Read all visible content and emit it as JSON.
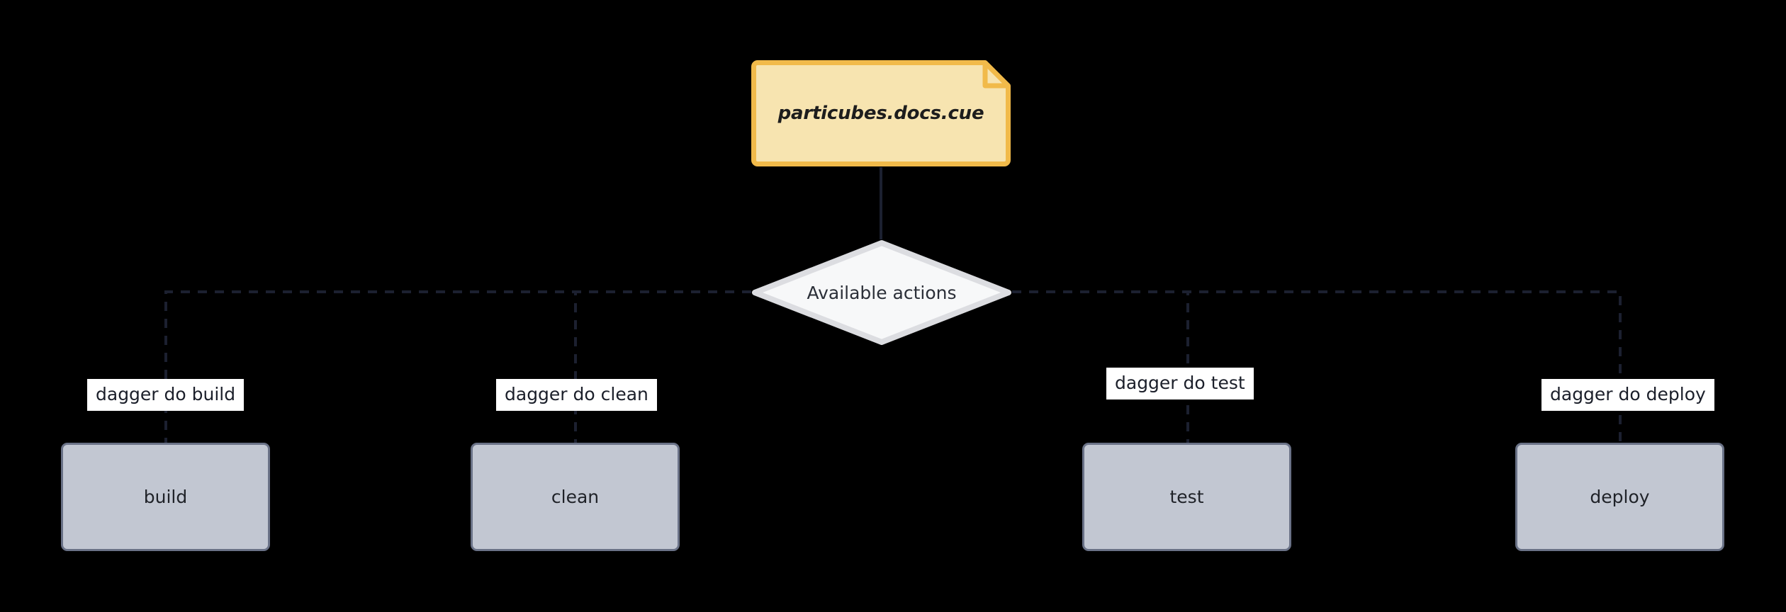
{
  "diagram": {
    "type": "flowchart",
    "background_color": "#000000",
    "note": {
      "text": "particubes.docs.cue",
      "fill_color": "#f7e4b0",
      "border_color": "#f1ba4a",
      "shape": "folded-corner-note"
    },
    "decision": {
      "text": "Available actions",
      "fill_color": "#f7f8f9",
      "border_color": "#dcdde1",
      "shape": "diamond"
    },
    "edge_style": {
      "color": "#1c2030",
      "dash": "dashed",
      "connector_note_to_decision": "solid"
    },
    "node_style": {
      "fill_color": "#c2c7d2",
      "border_color": "#6a7287"
    },
    "branches": [
      {
        "id": "build",
        "node_label": "build",
        "edge_label": "dagger do build"
      },
      {
        "id": "clean",
        "node_label": "clean",
        "edge_label": "dagger do clean"
      },
      {
        "id": "test",
        "node_label": "test",
        "edge_label": "dagger do test"
      },
      {
        "id": "deploy",
        "node_label": "deploy",
        "edge_label": "dagger do deploy"
      }
    ]
  }
}
